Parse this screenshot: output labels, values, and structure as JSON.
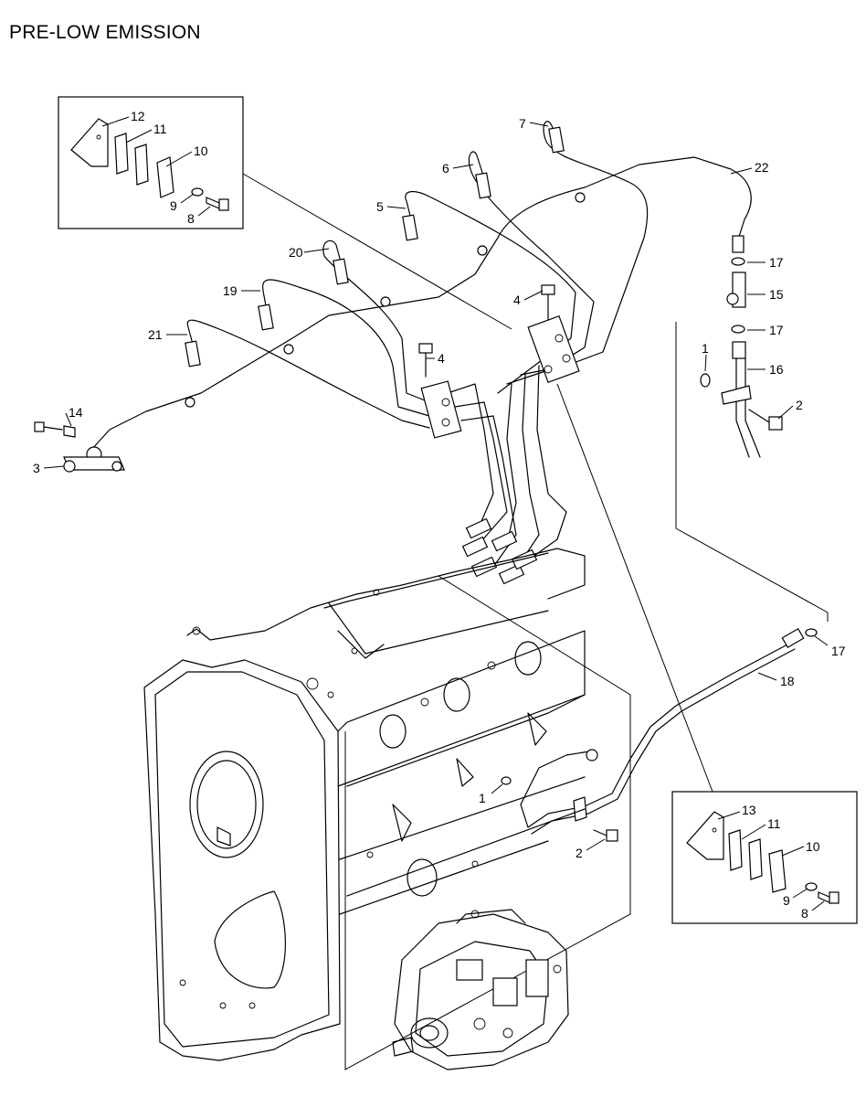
{
  "title": "PRE-LOW EMISSION",
  "callouts": {
    "c12a": "12",
    "c11a": "11",
    "c10a": "10",
    "c9a": "9",
    "c8a": "8",
    "c7": "7",
    "c6": "6",
    "c5": "5",
    "c22": "22",
    "c20": "20",
    "c19": "19",
    "c21": "21",
    "c4a": "4",
    "c4b": "4",
    "c17a": "17",
    "c15": "15",
    "c17b": "17",
    "c1a": "1",
    "c16": "16",
    "c2a": "2",
    "c14": "14",
    "c3": "3",
    "c17c": "17",
    "c18": "18",
    "c1b": "1",
    "c2b": "2",
    "c13": "13",
    "c11b": "11",
    "c10b": "10",
    "c9b": "9",
    "c8b": "8"
  }
}
